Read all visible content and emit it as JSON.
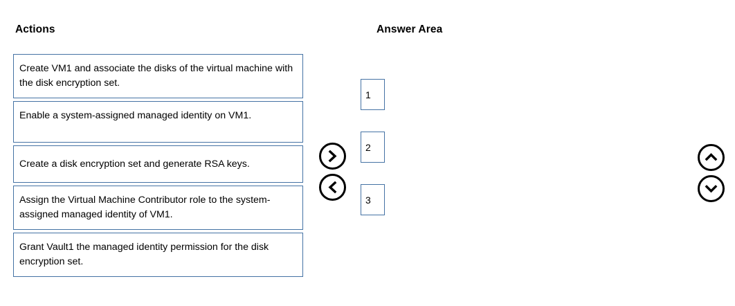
{
  "colors": {
    "box_border": "#4472a4",
    "button_outline": "#000000",
    "background": "#ffffff",
    "text": "#000000"
  },
  "headings": {
    "actions": "Actions",
    "answer_area": "Answer Area"
  },
  "actions": {
    "items": [
      {
        "text": "Create VM1 and associate the disks of the virtual machine with the disk encryption set."
      },
      {
        "text": "Enable a system-assigned managed identity on VM1."
      },
      {
        "text": "Create a disk encryption set and generate RSA keys."
      },
      {
        "text": "Assign the Virtual Machine Contributor role to the system-assigned managed identity of VM1."
      },
      {
        "text": "Grant Vault1 the managed identity permission for the disk encryption set."
      }
    ]
  },
  "answer_area": {
    "slots": [
      {
        "number": "1",
        "content": ""
      },
      {
        "number": "2",
        "content": ""
      },
      {
        "number": "3",
        "content": ""
      }
    ]
  },
  "controls": {
    "move_right": {
      "icon": "chevron-right-icon",
      "label": ""
    },
    "move_left": {
      "icon": "chevron-left-icon",
      "label": ""
    },
    "move_up": {
      "icon": "chevron-up-icon",
      "label": ""
    },
    "move_down": {
      "icon": "chevron-down-icon",
      "label": ""
    }
  }
}
